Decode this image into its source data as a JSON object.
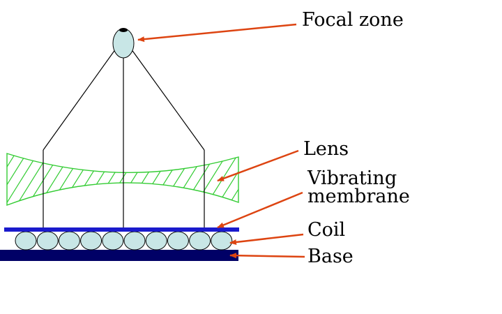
{
  "labels": {
    "focal_zone": "Focal zone",
    "lens": "Lens",
    "vibrating_line1": "Vibrating",
    "vibrating_line2": "membrane",
    "coil": "Coil",
    "base": "Base"
  },
  "colors": {
    "focal_fill": "#c8e6e6",
    "lens": "#33cc33",
    "membrane": "#1a1acc",
    "base": "#000066",
    "coil_fill": "#c8e6e6",
    "arrow": "#dd4411",
    "line": "#000000"
  },
  "coil_count": 10
}
